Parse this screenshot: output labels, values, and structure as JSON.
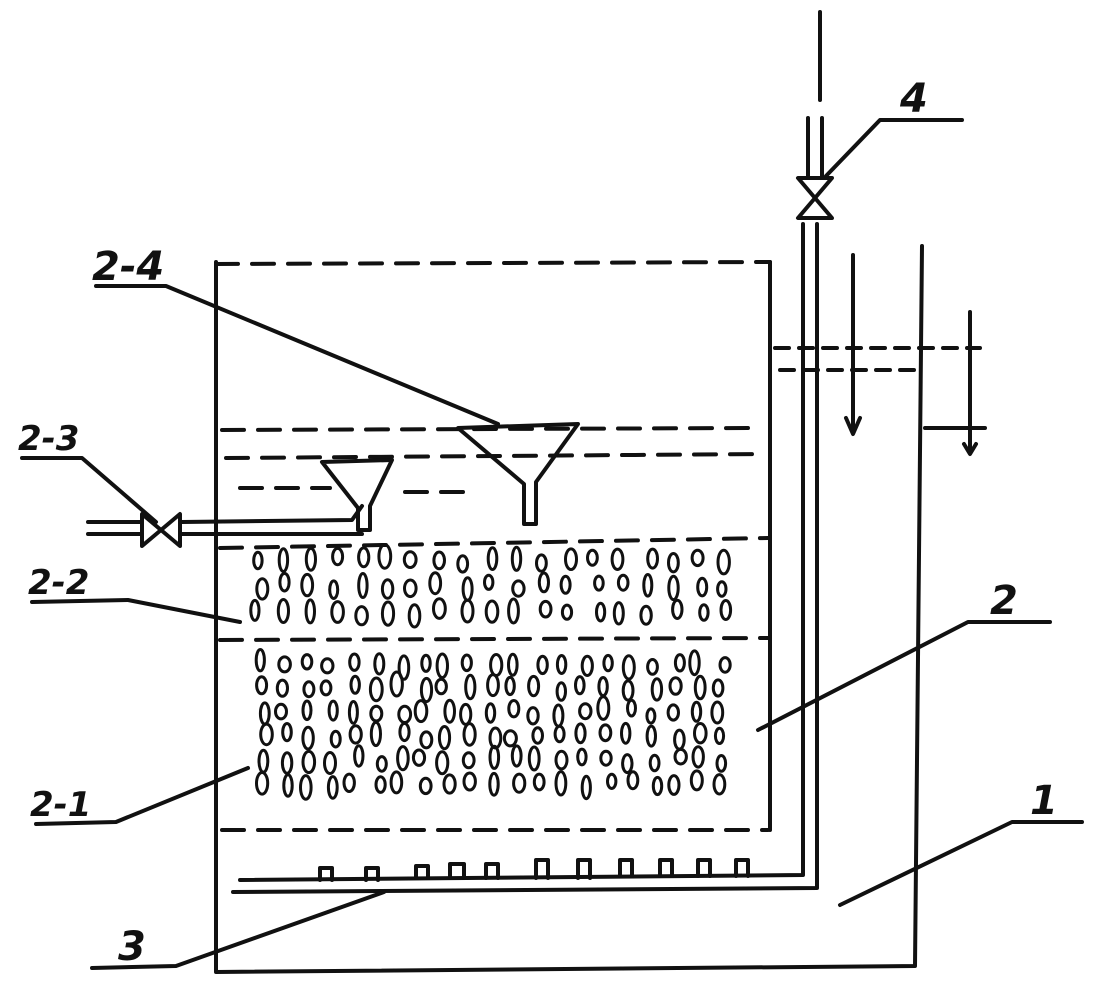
{
  "labels": {
    "outer_tank": "1",
    "filter_body": "2",
    "bottom_layer": "2-1",
    "middle_layer": "2-2",
    "side_valve": "2-3",
    "top_funnel": "2-4",
    "aerator_pipe": "3",
    "inlet_valve": "4"
  },
  "colors": {
    "ink": "#111111",
    "paper": "#ffffff"
  }
}
